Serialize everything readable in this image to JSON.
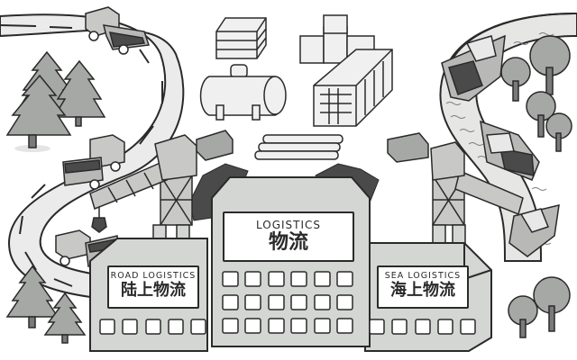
{
  "scene": {
    "description": "Logistics factory illustration with road and sea transport",
    "colors": {
      "outline": "#2a2a2a",
      "building": "#d4d6d3",
      "road": "#ebebeb",
      "water": "#e6e7e5",
      "tree": "#a5a8a4",
      "coal": "#4a4a4a",
      "sign_bg": "#ffffff"
    }
  },
  "signs": {
    "main": {
      "en": "LOGISTICS",
      "zh": "物流"
    },
    "road": {
      "en": "ROAD LOGISTICS",
      "zh": "陆上物流"
    },
    "sea": {
      "en": "SEA LOGISTICS",
      "zh": "海上物流"
    }
  },
  "elements": {
    "trucks": 3,
    "ships": 3,
    "cranes": 2,
    "cargo_items": [
      "crate-stack",
      "fuel-tank",
      "box-pile",
      "shipping-container",
      "pipe-bundle"
    ]
  }
}
